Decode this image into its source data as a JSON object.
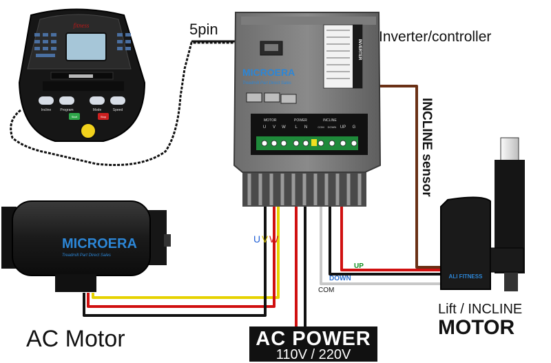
{
  "labels": {
    "pin": "5pin",
    "controller": "Inverter/controller",
    "incline_sensor": "INCLINE sensor",
    "motor_label": "AC Motor",
    "lift_line1": "Lift / INCLINE",
    "lift_line2": "MOTOR",
    "power_line1": "AC POWER",
    "power_line2": "110V / 220V",
    "up": "UP",
    "down": "DOWN",
    "com": "COM",
    "u": "U",
    "v": "V",
    "w": "W"
  },
  "console": {
    "brand": "fitness",
    "buttons": [
      "Incline",
      "Program",
      "Mode",
      "Speed"
    ],
    "start": "Start",
    "stop": "Stop"
  },
  "inverter": {
    "logo": "MICROERA",
    "tagline": "Treadmill Part Direct Sales",
    "side_label": "INVERTER",
    "terminal_groups": [
      "MOTOR",
      "POWER",
      "INCLINE"
    ],
    "terminals": [
      "U",
      "V",
      "W",
      "L",
      "N",
      "COM",
      "DOWN",
      "UP",
      "G"
    ]
  },
  "motor": {
    "logo": "MICROERA",
    "tagline": "Treadmill Part Direct Sales"
  },
  "lift_motor": {
    "logo": "ALI FITNESS"
  },
  "colors": {
    "u_wire": "#1f5fd6",
    "v_wire": "#e6d200",
    "w_wire": "#d01010",
    "up_wire": "#0a8a1a",
    "down_wire": "#2a6fd0",
    "black_wire": "#111111",
    "white_wire": "#c8c8c8",
    "red_wire": "#d01010"
  }
}
